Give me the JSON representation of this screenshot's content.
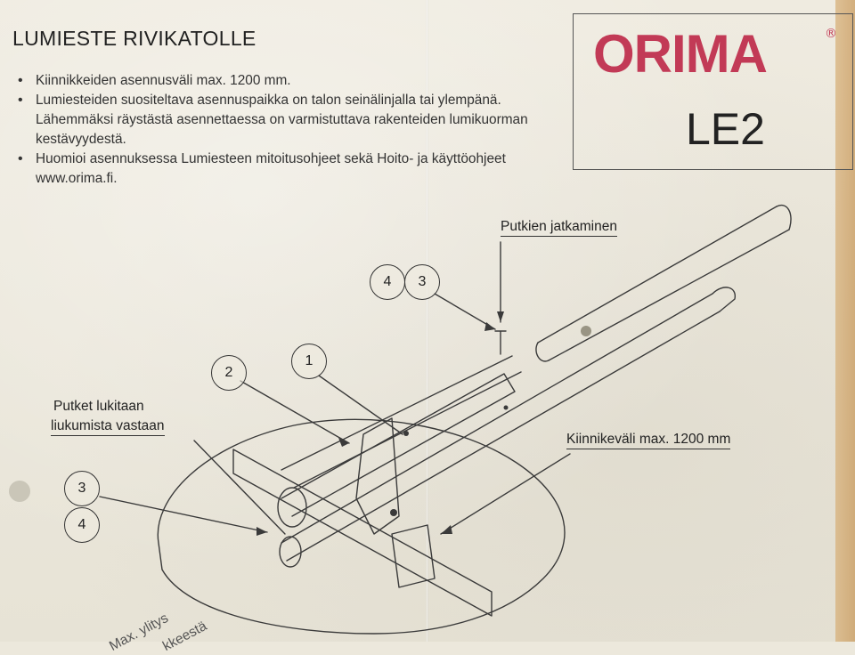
{
  "document": {
    "title": "LUMIESTE RIVIKATOLLE",
    "bullets": [
      "Kiinnikkeiden asennusväli max. 1200 mm.",
      "Lumiesteiden suositeltava asennuspaikka on talon seinälinjalla tai ylempänä. Lähemmäksi räystästä asennettaessa on varmistuttava rakenteiden lumikuorman kestävyydestä.",
      "Huomioi asennuksessa Lumiesteen mitoitusohjeet sekä Hoito- ja käyttöohjeet www.orima.fi."
    ]
  },
  "brand": {
    "logo_text": "ORIMA",
    "registered": "®",
    "model": "LE2",
    "logo_color": "#c23a56"
  },
  "diagram": {
    "labels": {
      "pipe_extension": "Putkien jatkaminen",
      "pipes_locked_line1": "Putket lukitaan",
      "pipes_locked_line2": "liukumista vastaan",
      "bracket_spacing": "Kiinnikeväli max. 1200 mm",
      "max_overhang_line1": "Max. ylitys",
      "max_overhang_line2": "kkeestä"
    },
    "callouts": {
      "top_4": "4",
      "top_3": "3",
      "one": "1",
      "two": "2",
      "left_3": "3",
      "left_4": "4"
    }
  }
}
